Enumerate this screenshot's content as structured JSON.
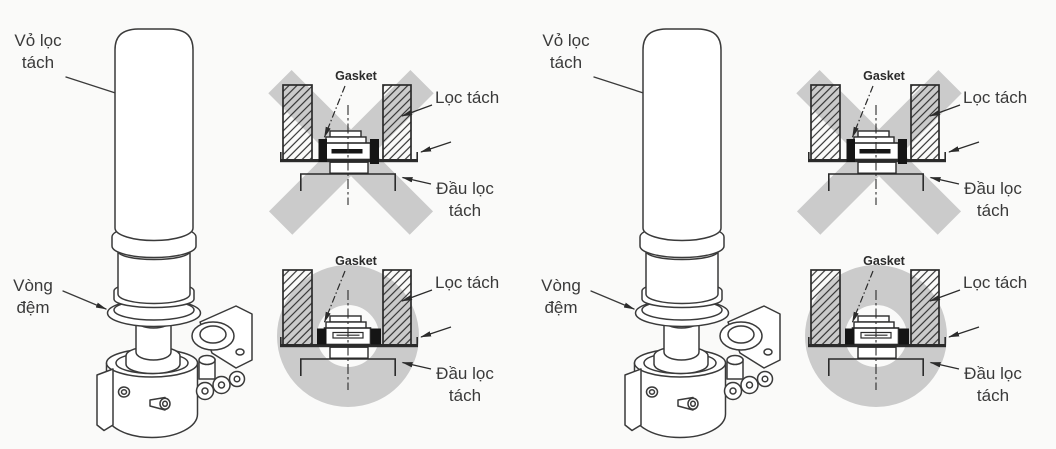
{
  "colors": {
    "background": "#fafaf9",
    "section_line": "#2b2b2b",
    "iso_line": "#3a3a3a",
    "overlay_gray": "#cbcbcb",
    "gasket_fill": "#151515",
    "text": "#3a3a3a"
  },
  "panels": [
    {
      "id": "left",
      "iso": {
        "housing_label": "Vỏ lọc\ntách",
        "seal_label": "Vòng\nđệm"
      },
      "sections": [
        {
          "variant": "incorrect",
          "mark": "x",
          "labels": {
            "gasket": "Gasket",
            "filter": "Lọc tách",
            "head": "Đầu lọc\ntách"
          }
        },
        {
          "variant": "correct",
          "mark": "o",
          "labels": {
            "gasket": "Gasket",
            "filter": "Lọc tách",
            "head": "Đầu lọc\ntách"
          }
        }
      ]
    },
    {
      "id": "right",
      "iso": {
        "housing_label": "Vỏ lọc\ntách",
        "seal_label": "Vòng\nđệm"
      },
      "sections": [
        {
          "variant": "incorrect",
          "mark": "x",
          "labels": {
            "gasket": "Gasket",
            "filter": "Lọc tách",
            "head": "Đầu lọc\ntách"
          }
        },
        {
          "variant": "correct",
          "mark": "o",
          "labels": {
            "gasket": "Gasket",
            "filter": "Lọc tách",
            "head": "Đầu lọc\ntách"
          }
        }
      ]
    }
  ]
}
